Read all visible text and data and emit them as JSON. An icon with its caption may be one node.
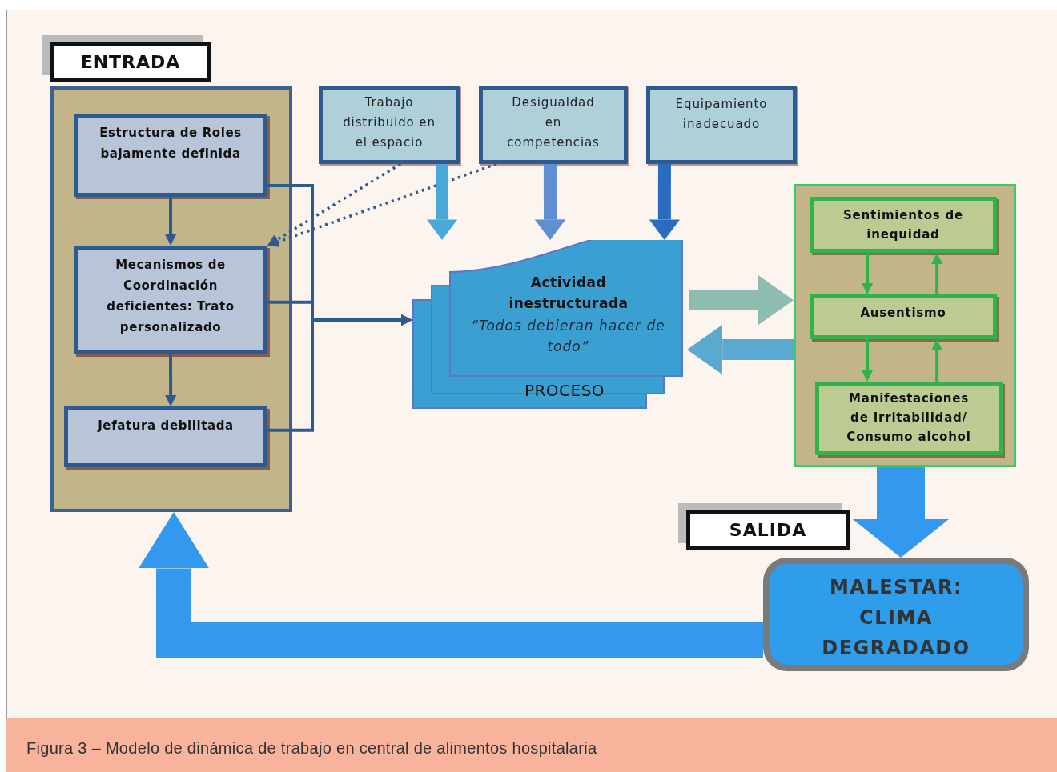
{
  "diagram": {
    "caption": "Figura 3 – Modelo de dinámica de trabajo en central de alimentos hospitalaria",
    "nodes": [
      {
        "text": [
          "ENTRADA"
        ]
      },
      {
        "text": [],
        "shape": "box"
      },
      {
        "text": [
          "Estructura de Roles bajamente definida"
        ],
        "in": 1
      },
      {
        "text": [
          "Mecanismos de Coordinación deficientes: Trato personalizado"
        ],
        "in": 1
      },
      {
        "text": [
          "Jefatura debilitada"
        ],
        "in": 1
      },
      {
        "text": [
          "Trabajo distribuido en el espacio"
        ]
      },
      {
        "text": [
          "Desigualdad en competencias"
        ]
      },
      {
        "text": [
          "Equipamiento inadecuado"
        ]
      },
      {
        "text": [
          "Actividad inestructurada",
          "“Todos debieran hacer de todo”",
          "PROCESO"
        ]
      },
      {
        "text": [],
        "shape": "box"
      },
      {
        "text": [
          "Sentimientos de inequidad"
        ],
        "in": 9
      },
      {
        "text": [
          "Ausentismo"
        ],
        "in": 9
      },
      {
        "text": [
          "Manifestaciones de Irritabilidad/ Consumo alcohol"
        ],
        "in": 9
      },
      {
        "text": [
          "SALIDA"
        ]
      },
      {
        "text": [
          "MALESTAR: CLIMA DEGRADADO"
        ]
      }
    ],
    "edges": [
      {
        "from": 2,
        "to": 3,
        "arrow": "to"
      },
      {
        "from": 3,
        "to": 4,
        "arrow": "to"
      },
      {
        "from": 2,
        "to": 8,
        "arrow": "to"
      },
      {
        "from": 3,
        "to": 8,
        "arrow": "to"
      },
      {
        "from": 4,
        "to": 8,
        "arrow": "to"
      },
      {
        "from": 5,
        "to": 3,
        "arrow": "to",
        "style": "dashed"
      },
      {
        "from": 6,
        "to": 3,
        "arrow": "to",
        "style": "dashed"
      },
      {
        "from": 5,
        "to": 8,
        "arrow": "to",
        "style": "thick",
        "color": "#4aa8d8"
      },
      {
        "from": 6,
        "to": 8,
        "arrow": "to",
        "style": "thick",
        "color": "#5f8fd0"
      },
      {
        "from": 7,
        "to": 8,
        "arrow": "to",
        "style": "thick",
        "color": "#2a6cc0"
      },
      {
        "from": 8,
        "to": 9,
        "arrow": "to",
        "style": "thick",
        "color": "#8fbcb0"
      },
      {
        "from": 9,
        "to": 8,
        "arrow": "to",
        "style": "thick",
        "color": "#5aaad0"
      },
      {
        "from": 10,
        "to": 11,
        "arrow": "to",
        "color": "#2fb34a"
      },
      {
        "from": 11,
        "to": 10,
        "arrow": "to",
        "color": "#2fb34a"
      },
      {
        "from": 11,
        "to": 12,
        "arrow": "to",
        "color": "#2fb34a"
      },
      {
        "from": 12,
        "to": 11,
        "arrow": "to",
        "color": "#2fb34a"
      },
      {
        "from": 9,
        "to": 14,
        "arrow": "to",
        "style": "thick",
        "color": "#3399ee"
      },
      {
        "from": 14,
        "to": 1,
        "arrow": "to",
        "style": "thick",
        "color": "#3399ee"
      }
    ]
  }
}
